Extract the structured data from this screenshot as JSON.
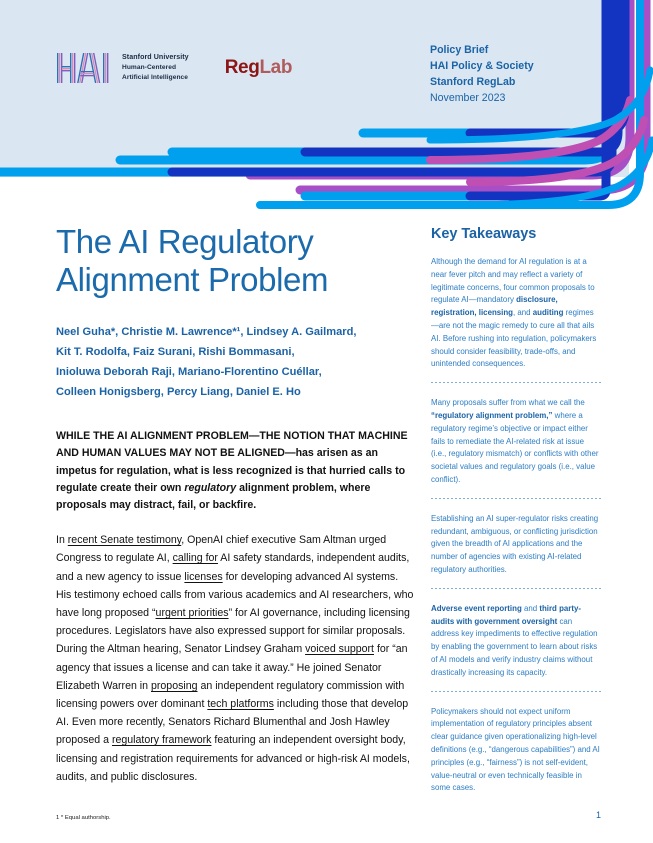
{
  "header": {
    "logo_hai_alt": "HAI",
    "logo_hai_lines": [
      "Stanford University",
      "Human-Centered",
      "Artificial Intelligence"
    ],
    "logo_reglab_reg": "Reg",
    "logo_reglab_lab": "Lab",
    "meta": {
      "line1": "Policy Brief",
      "line2": "HAI Policy & Society",
      "line3": "Stanford RegLab",
      "line4": "November 2023"
    },
    "colors": {
      "band_bg": "#dae7f2",
      "light_blue": "#00a0ef",
      "dark_blue": "#1334c0",
      "purple": "#a84fc6",
      "magenta": "#c04fb4"
    }
  },
  "document": {
    "title_line1": "The AI Regulatory",
    "title_line2": "Alignment Problem",
    "title_color": "#1b6aab",
    "authors_lines": [
      "Neel Guha*, Christie M. Lawrence*¹, Lindsey A. Gailmard,",
      "Kit T. Rodolfa, Faiz Surani, Rishi Bommasani,",
      "Inioluwa Deborah Raji, Mariano-Florentino Cuéllar,",
      "Colleen Honigsberg, Percy Liang, Daniel E. Ho"
    ],
    "lede_caps": "WHILE THE AI ALIGNMENT PROBLEM—THE NOTION THAT MACHINE AND HUMAN VALUES MAY NOT BE ALIGNED—",
    "lede_rest_a": "has arisen as an impetus for regulation, what is less recognized is that hurried calls to regulate create their own ",
    "lede_italic": "regulatory",
    "lede_rest_b": " alignment problem, where proposals may distract, fail, or backfire.",
    "body_segments": [
      {
        "t": "In ",
        "u": false
      },
      {
        "t": "recent Senate testimony",
        "u": true
      },
      {
        "t": ", OpenAI chief executive Sam Altman urged Congress to regulate AI, ",
        "u": false
      },
      {
        "t": "calling for",
        "u": true
      },
      {
        "t": " AI safety standards, independent audits, and a new agency to issue ",
        "u": false
      },
      {
        "t": "licenses",
        "u": true
      },
      {
        "t": " for developing advanced AI systems. His testimony echoed calls from various academics and AI researchers, who have long proposed “",
        "u": false
      },
      {
        "t": "urgent priorities",
        "u": true
      },
      {
        "t": "” for AI governance, including licensing procedures. Legislators have also expressed support for similar proposals. During the Altman hearing, Senator Lindsey Graham ",
        "u": false
      },
      {
        "t": "voiced support",
        "u": true
      },
      {
        "t": " for “an agency that issues a license and can take it away.” He joined Senator Elizabeth Warren in ",
        "u": false
      },
      {
        "t": "proposing",
        "u": true
      },
      {
        "t": " an independent regulatory commission with licensing powers over dominant ",
        "u": false
      },
      {
        "t": "tech platforms",
        "u": true
      },
      {
        "t": " including those that develop AI. Even more recently, Senators Richard Blumenthal and Josh Hawley proposed a ",
        "u": false
      },
      {
        "t": "regulatory framework",
        "u": true
      },
      {
        "t": " featuring an independent oversight body, licensing and registration requirements for advanced or high-risk AI models, audits, and public disclosures.",
        "u": false
      }
    ],
    "footnote": "1 * Equal authorship.",
    "page_number": "1"
  },
  "sidebar": {
    "title": "Key Takeaways",
    "takeaways": [
      [
        {
          "t": "Although the demand for AI regulation is at a near fever pitch and may reflect a variety of legitimate concerns, four common proposals to regulate AI—mandatory ",
          "b": false
        },
        {
          "t": "disclosure, registration, licensing",
          "b": true
        },
        {
          "t": ", and ",
          "b": false
        },
        {
          "t": "auditing",
          "b": true
        },
        {
          "t": " regimes—are not the magic remedy to cure all that ails AI. Before rushing into regulation, policymakers should consider feasibility, trade-offs, and unintended consequences.",
          "b": false
        }
      ],
      [
        {
          "t": "Many proposals suffer from what we call the ",
          "b": false
        },
        {
          "t": "“regulatory alignment problem,”",
          "b": true
        },
        {
          "t": " where a regulatory regime’s objective or impact either fails to remediate the AI-related risk at issue (i.e., regulatory mismatch) or conflicts with other societal values and regulatory goals (i.e., value conflict).",
          "b": false
        }
      ],
      [
        {
          "t": "Establishing an AI super-regulator risks creating redundant, ambiguous, or conflicting jurisdiction given the breadth of AI applications and the number of agencies with existing AI-related regulatory authorities.",
          "b": false
        }
      ],
      [
        {
          "t": "Adverse event reporting",
          "b": true
        },
        {
          "t": " and ",
          "b": false
        },
        {
          "t": "third party-audits with government oversight",
          "b": true
        },
        {
          "t": " can address key impediments to effective regulation by enabling the government to learn about risks of AI models and verify industry claims without drastically increasing its capacity.",
          "b": false
        }
      ],
      [
        {
          "t": "Policymakers should not expect uniform implementation of regulatory principles absent clear guidance given operationalizing high-level definitions (e.g., “dangerous capabilities”) and AI principles (e.g., “fairness”) is not self-evident, value-neutral or even technically feasible in some cases.",
          "b": false
        }
      ]
    ]
  }
}
